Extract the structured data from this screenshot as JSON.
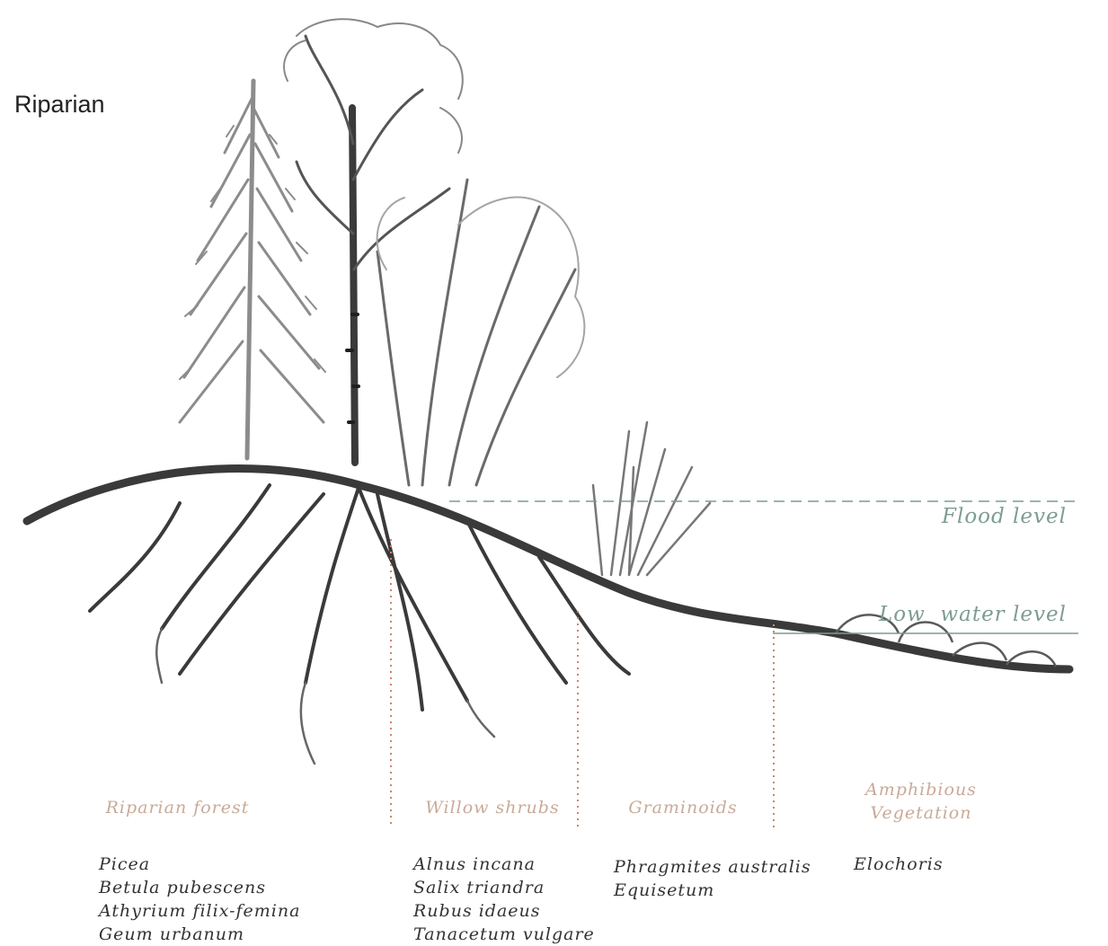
{
  "title": "Riparian",
  "levels": {
    "flood": "Flood level",
    "low_water": "Low  water level"
  },
  "zones": [
    {
      "label": "Riparian forest",
      "species": [
        "Picea",
        "Betula pubescens",
        "Athyrium filix-femina",
        "Geum urbanum"
      ]
    },
    {
      "label": "Willow shrubs",
      "species": [
        "Alnus incana",
        "Salix triandra",
        "Rubus idaeus",
        "Tanacetum vulgare"
      ]
    },
    {
      "label": "Graminoids",
      "species": [
        "Phragmites australis",
        "Equisetum"
      ]
    },
    {
      "label": "Amphibious Vegetation",
      "species": [
        "Elochoris"
      ]
    }
  ],
  "colors": {
    "flood_line": "#7d9c93",
    "low_water_line": "#7d9c93",
    "zone_divider": "#c9876b",
    "zone_label": "#c9aa98",
    "species_text": "#333333",
    "sketch_dark": "#2f2f2f",
    "sketch_light": "#9a9a9a"
  }
}
